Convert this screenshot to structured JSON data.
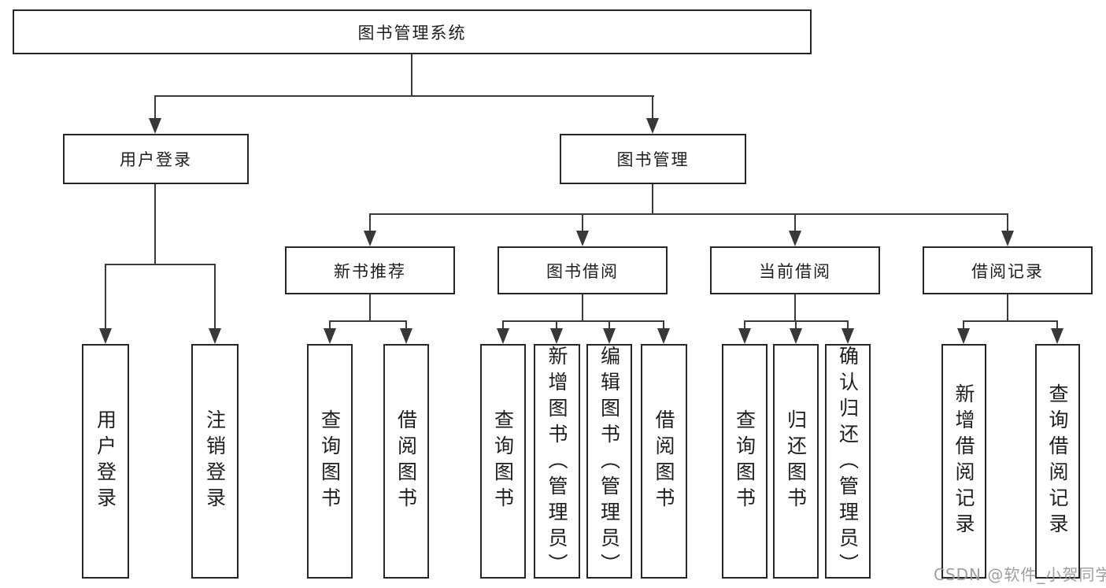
{
  "tree": {
    "root": "图书管理系统",
    "branches": [
      {
        "label": "用户登录",
        "children": [
          "用户登录",
          "注销登录"
        ]
      },
      {
        "label": "图书管理",
        "groups": [
          {
            "label": "新书推荐",
            "children": [
              "查询图书",
              "借阅图书"
            ]
          },
          {
            "label": "图书借阅",
            "children": [
              "查询图书",
              "新增图书（管理员）",
              "编辑图书（管理员）",
              "借阅图书"
            ]
          },
          {
            "label": "当前借阅",
            "children": [
              "查询图书",
              "归还图书",
              "确认归还（管理员）"
            ]
          },
          {
            "label": "借阅记录",
            "children": [
              "新增借阅记录",
              "查询借阅记录"
            ]
          }
        ]
      }
    ]
  },
  "watermark": {
    "text": "CSDN @软件_小贺同学"
  },
  "colors": {
    "background": "#ffffff",
    "box_border": "#262626",
    "connector_line": "#3a3a3a",
    "text": "#1e1e1e",
    "watermark": "#949494"
  }
}
